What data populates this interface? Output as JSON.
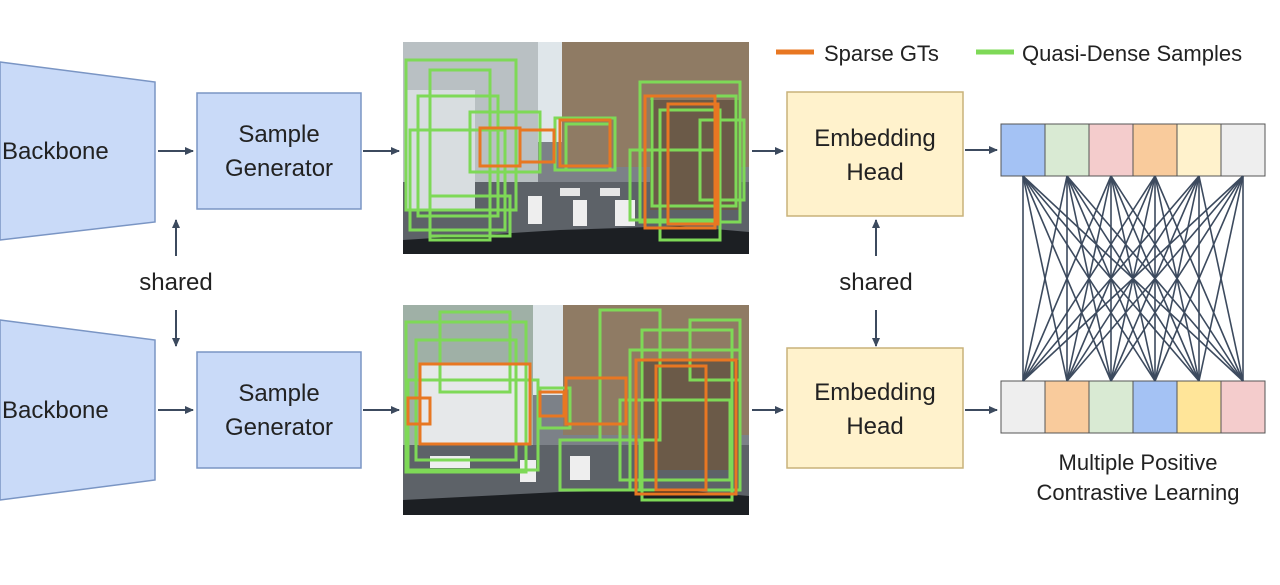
{
  "legend": {
    "sparse_label": "Sparse GTs",
    "dense_label": "Quasi-Dense Samples",
    "sparse_color": "#e87722",
    "dense_color": "#7ed957"
  },
  "branches": [
    {
      "backbone": "Backbone",
      "sample_generator": [
        "Sample",
        "Generator"
      ],
      "embedding_head": [
        "Embedding",
        "Head"
      ],
      "embedding_colors": [
        "#a4c2f4",
        "#d9ead3",
        "#f4cccc",
        "#f9cb9c",
        "#fff2cc",
        "#eeeeee"
      ]
    },
    {
      "backbone": "Backbone",
      "sample_generator": [
        "Sample",
        "Generator"
      ],
      "embedding_head": [
        "Embedding",
        "Head"
      ],
      "embedding_colors": [
        "#eeeeee",
        "#f9cb9c",
        "#d9ead3",
        "#a4c2f4",
        "#ffe599",
        "#f4cccc"
      ]
    }
  ],
  "shared_left": "shared",
  "shared_right": "shared",
  "contrastive_label": [
    "Multiple Positive",
    "Contrastive Learning"
  ],
  "colors": {
    "block_blue": "#c9daf8",
    "block_blue_stroke": "#7a95c4",
    "block_yellow": "#fff2cc",
    "block_yellow_stroke": "#c9b27a",
    "arrow": "#3c4a5e",
    "line": "#3c4a5e"
  }
}
